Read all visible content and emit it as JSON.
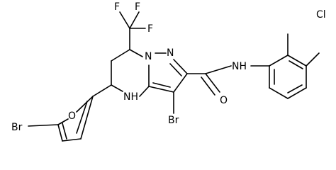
{
  "structure": {
    "atoms": {
      "f1": "F",
      "f2": "F",
      "f3": "F",
      "cl": "Cl",
      "o": "O",
      "n_ring_1": "N",
      "n_ring_2": "N",
      "nh_amine": "NH",
      "nh_amide": "NH",
      "br_pyrazole": "Br",
      "br_furan": "Br",
      "o_furan": "O"
    }
  }
}
